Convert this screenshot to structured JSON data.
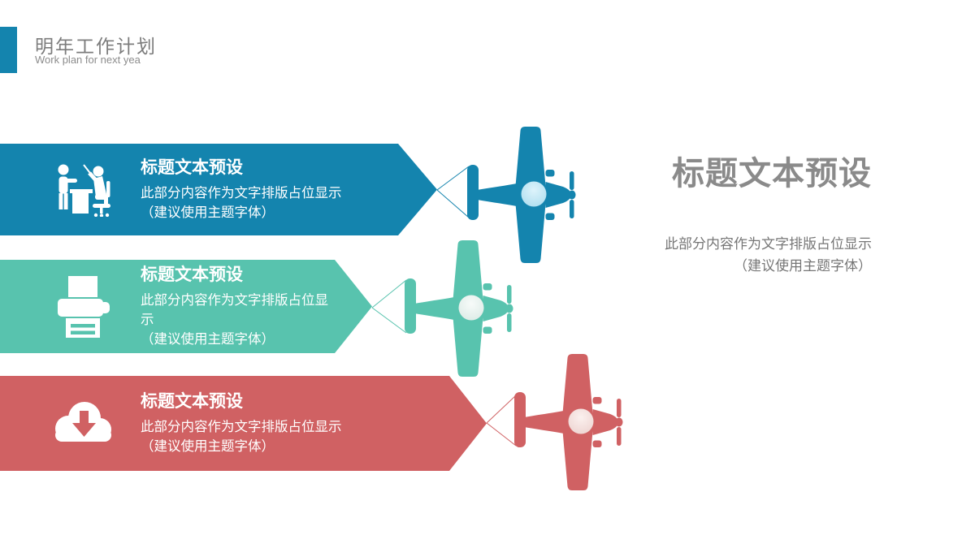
{
  "header": {
    "title": "明年工作计划",
    "subtitle": "Work plan for next yea",
    "accent_color": "#1484ae"
  },
  "banners": [
    {
      "id": "banner-1",
      "color": "#1484ae",
      "icon": "meeting-desk-icon",
      "title": "标题文本预设",
      "line1": "此部分内容作为文字排版占位显示",
      "line2": "（建议使用主题字体）"
    },
    {
      "id": "banner-2",
      "color": "#58c3ae",
      "icon": "printer-icon",
      "title": "标题文本预设",
      "line1": "此部分内容作为文字排版占位显示",
      "line2": "（建议使用主题字体）"
    },
    {
      "id": "banner-3",
      "color": "#d06163",
      "icon": "cloud-download-icon",
      "title": "标题文本预设",
      "line1": "此部分内容作为文字排版占位显示",
      "line2": "（建议使用主题字体）"
    }
  ],
  "planes": [
    {
      "color": "#1484ae",
      "cockpit_color": "#aeddef"
    },
    {
      "color": "#58c3ae",
      "cockpit_color": "#dcebe6"
    },
    {
      "color": "#d06163",
      "cockpit_color": "#eed4d1"
    }
  ],
  "right_panel": {
    "title": "标题文本预设",
    "line1": "此部分内容作为文字排版占位显示",
    "line2": "（建议使用主题字体）"
  },
  "palette": {
    "blue": "#1484ae",
    "green": "#58c3ae",
    "red": "#d06163",
    "heading_gray": "#8a8a8a",
    "body_gray": "#767676"
  }
}
